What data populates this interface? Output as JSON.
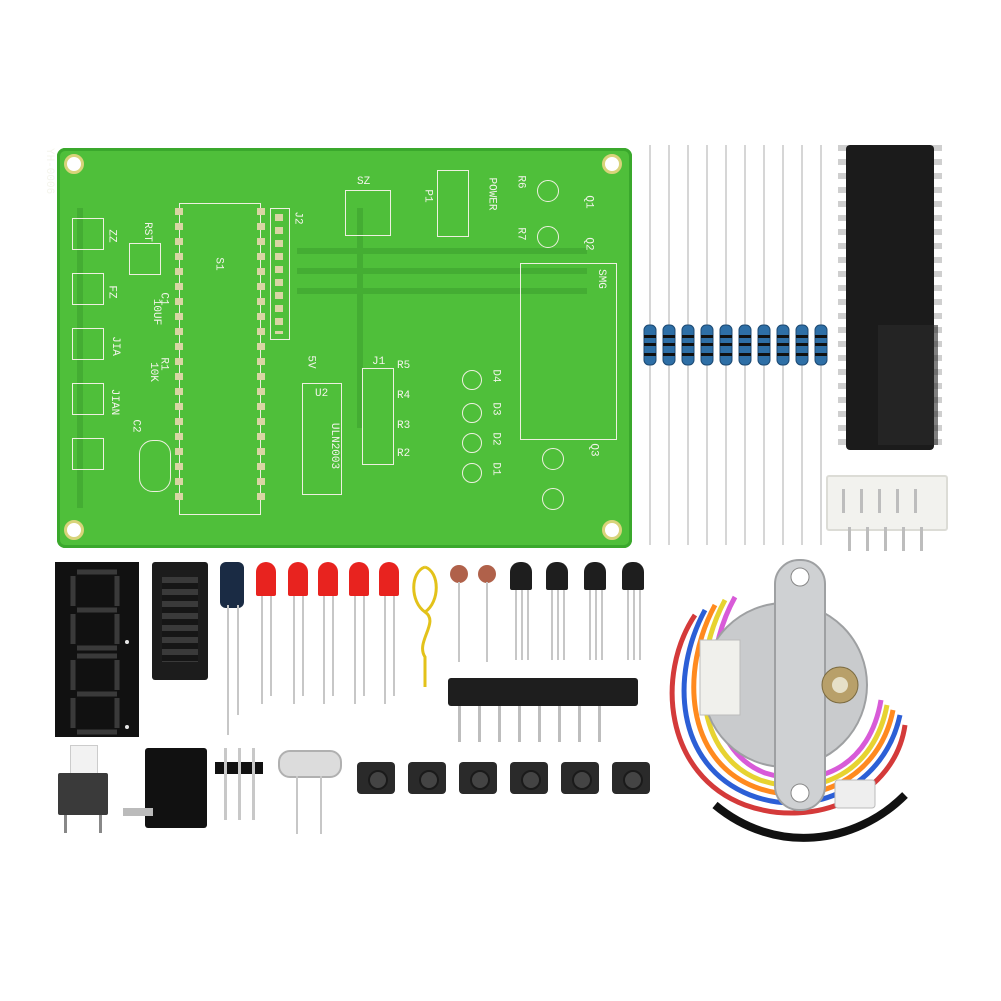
{
  "photo": {
    "subject": "Electronic DIY kit components",
    "pcb": {
      "model_label": "YH-0006",
      "labels": [
        "SZ",
        "POWER",
        "P1",
        "R6",
        "R7",
        "Q1",
        "Q2",
        "Q3",
        "J2",
        "S1",
        "RST",
        "ZZ",
        "FZ",
        "JIA",
        "JIAN",
        "SMG",
        "R5",
        "R4",
        "R3",
        "R2",
        "D4",
        "D3",
        "D2",
        "D1",
        "U2",
        "ULN2003",
        "J1",
        "5V",
        "C1",
        "C2",
        "R1",
        "10K",
        "10UF"
      ]
    },
    "colors": {
      "pcb_green": "#4fbf3a",
      "silkscreen": "#f4f4ec",
      "chip_black": "#1b1b1b",
      "led_red": "#e8231f",
      "display_segment": "#ff2a2a"
    },
    "icons": [
      "pcb-board",
      "microcontroller-chip",
      "resistor-row",
      "stepper-motor",
      "seven-segment-display",
      "tactile-button",
      "led",
      "transistor",
      "crystal",
      "dc-jack",
      "push-switch",
      "pin-header",
      "connector-socket",
      "electrolytic-capacitor",
      "ceramic-capacitor",
      "resistor-network",
      "wire-jumper"
    ]
  }
}
